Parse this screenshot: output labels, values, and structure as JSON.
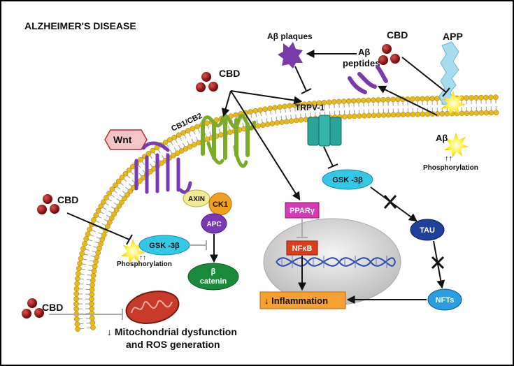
{
  "title": "ALZHEIMER'S DISEASE",
  "cbd": "CBD",
  "labels": {
    "ab_plaques": "Aβ plaques",
    "ab_peptides_1": "Aβ",
    "ab_peptides_2": "peptides",
    "app": "APP",
    "ab": "Aβ",
    "phospho_arrows": "↑↑",
    "phosphorylation": "Phosphorylation",
    "trpv1": "TRPV-1",
    "cb1cb2": "CB1/CB2",
    "wnt": "Wnt",
    "axin": "AXIN",
    "ck1": "CK1",
    "apc": "APC",
    "beta": "β",
    "catenin": "catenin",
    "gsk_left": "GSK -3β",
    "gsk_right": "GSK -3β",
    "tau": "TAU",
    "nfts": "NFTs",
    "ppar": "PPARγ",
    "nfkb": "NFκB",
    "inflammation": "↓ Inflammation",
    "mito_line1": "↓ Mitochondrial dysfunction",
    "mito_line2": "and ROS generation"
  },
  "colors": {
    "frame": "#000000",
    "membrane_head": "#e8b820",
    "membrane_tail": "#9a9a9a",
    "cbd_ball": "#8b0b0b",
    "gsk": "#33c9e6",
    "tau": "#1f3f9a",
    "nfts": "#2a9ee0",
    "ppar": "#d63cb6",
    "nfkb": "#d8401c",
    "inflammation": "#f5a030",
    "beta_catenin": "#1a8a3a",
    "apc": "#7a3ab6",
    "axin": "#f3ea98",
    "ck1": "#f0a020",
    "trpv": "#2aa39a",
    "cb_receptor": "#7aab2a",
    "wnt_receptor": "#7a3ab6",
    "app": "#a6dced",
    "ab": "#7a3aa8",
    "mito": "#c83a2a"
  }
}
